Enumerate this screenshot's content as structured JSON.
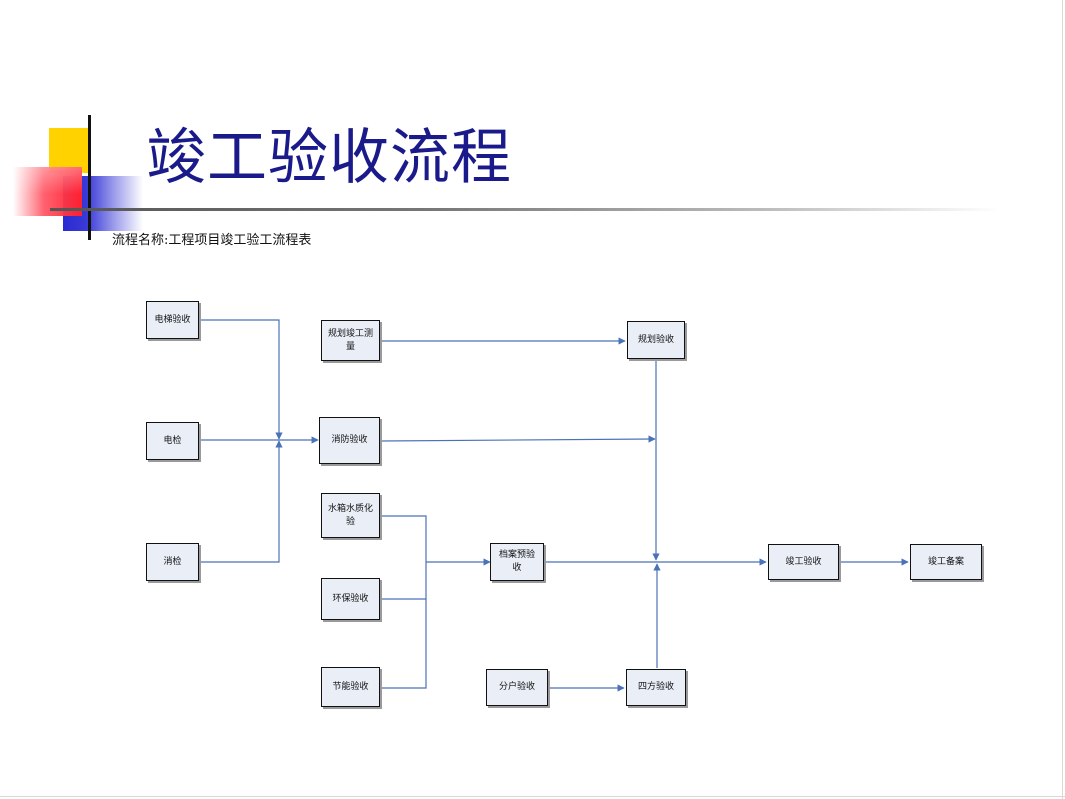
{
  "slide": {
    "title": "竣工验收流程",
    "subtitle": "流程名称:工程项目竣工验工流程表"
  },
  "diagram": {
    "line_color": "#4a72b8",
    "node_fill": "#eaeef7",
    "nodes": {
      "elevator": "电梯验收",
      "electric_inspection": "电检",
      "fire_inspection": "消检",
      "planning_survey": "规划竣工测量",
      "fire_acceptance": "消防验收",
      "water_test": "水箱水质化验",
      "env_acceptance": "环保验收",
      "energy_acceptance": "节能验收",
      "archive_pre": "档案预验收",
      "household_acceptance": "分户验收",
      "planning_acceptance": "规划验收",
      "four_party": "四方验收",
      "completion_acceptance": "竣工验收",
      "completion_filing": "竣工备案"
    }
  }
}
